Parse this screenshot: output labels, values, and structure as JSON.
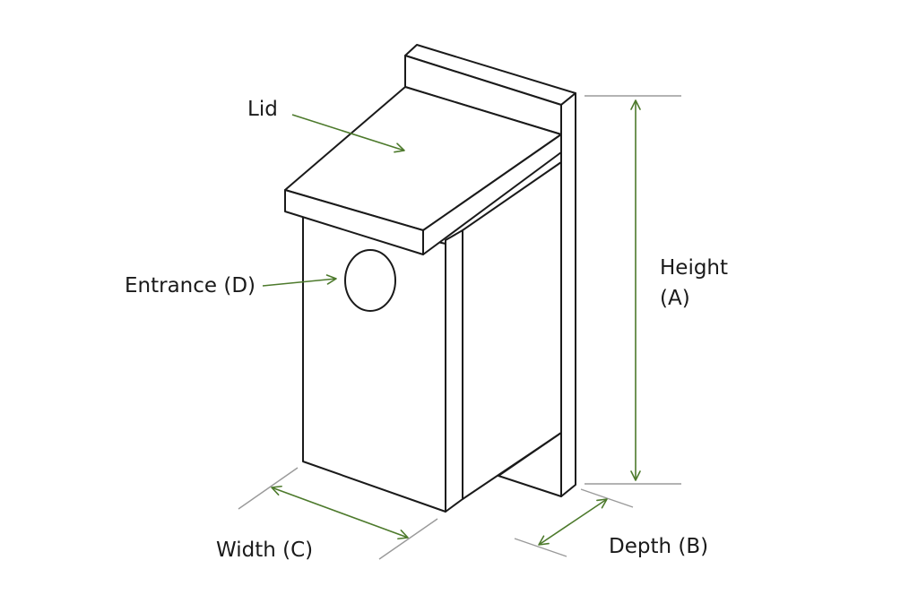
{
  "labels": {
    "lid": "Lid",
    "entrance": "Entrance (D)",
    "height_line1": "Height",
    "height_line2": "(A)",
    "width": "Width (C)",
    "depth": "Depth (B)"
  },
  "colors": {
    "arrow": "#4d7a2c",
    "outline": "#1a1a1a",
    "guide": "#9a9a9a",
    "background": "#ffffff"
  }
}
